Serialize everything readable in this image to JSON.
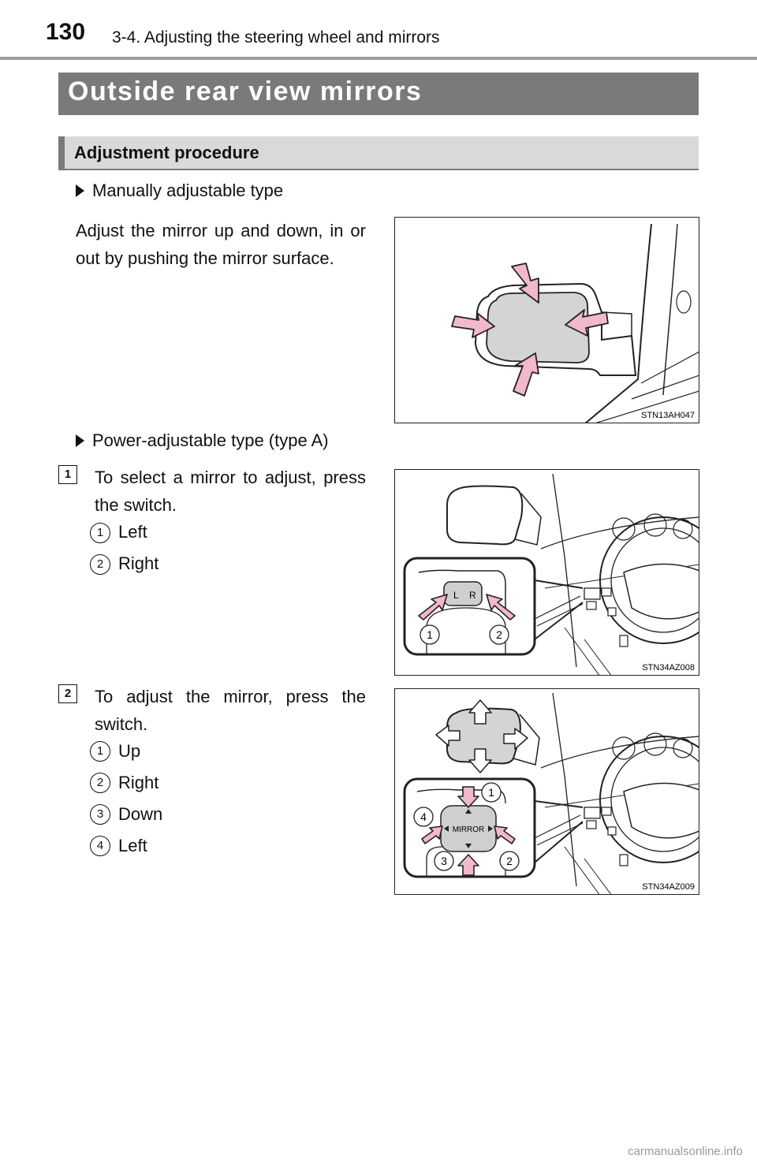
{
  "header": {
    "page_number": "130",
    "section": "3-4. Adjusting the steering wheel and mirrors"
  },
  "title": "Outside rear view mirrors",
  "subsection": "Adjustment procedure",
  "manual": {
    "heading": "Manually adjustable type",
    "text": "Adjust the mirror up and down, in or out by pushing the mirror surface.",
    "figure_code": "STN13AH047"
  },
  "power": {
    "heading": "Power-adjustable type (type A)"
  },
  "step1": {
    "number": "1",
    "text": "To select a mirror to adjust, press the switch.",
    "items": [
      {
        "num": "1",
        "label": "Left"
      },
      {
        "num": "2",
        "label": "Right"
      }
    ],
    "figure_code": "STN34AZ008",
    "switch_labels": [
      "L",
      "R"
    ]
  },
  "step2": {
    "number": "2",
    "text": "To adjust the mirror, press the switch.",
    "items": [
      {
        "num": "1",
        "label": "Up"
      },
      {
        "num": "2",
        "label": "Right"
      },
      {
        "num": "3",
        "label": "Down"
      },
      {
        "num": "4",
        "label": "Left"
      }
    ],
    "figure_code": "STN34AZ009",
    "switch_label": "MIRROR"
  },
  "watermark": "carmanualsonline.info",
  "colors": {
    "title_band": "#7a7a7a",
    "subsection_band": "#d9d9d9",
    "arrow_fill": "#f2b8cc",
    "mirror_glass": "#d4d4d4"
  }
}
